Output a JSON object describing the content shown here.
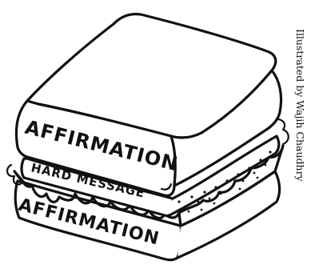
{
  "illustration": {
    "subject": "sandwich",
    "top_bread_label": "AFFIRMATION",
    "filling_label": "HARD MESSAGE",
    "bottom_bread_label": "AFFIRMATION",
    "ink_color": "#111111",
    "paper_color": "#ffffff"
  },
  "credit": {
    "text": "Illustrated by Wajih Chaudhry"
  }
}
